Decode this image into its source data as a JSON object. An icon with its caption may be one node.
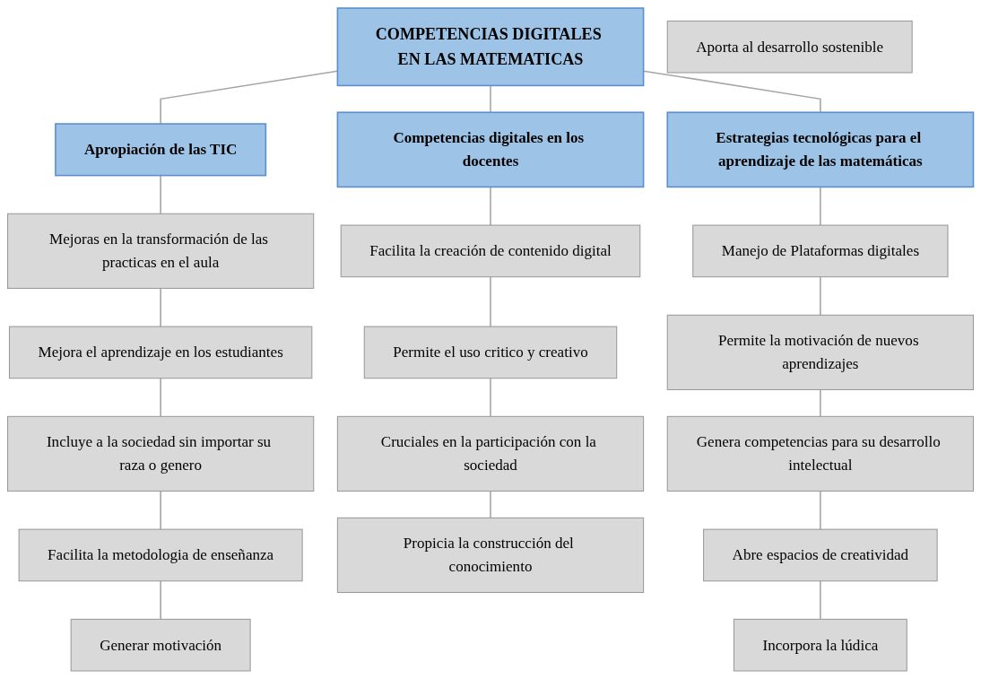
{
  "diagram": {
    "nodes": [
      {
        "text": [
          "COMPETENCIAS DIGITALES EN LAS MATEMATICAS"
        ]
      },
      {
        "text": [
          "Apropiación de las TIC"
        ]
      },
      {
        "text": [
          "Competencias digitales en los docentes"
        ]
      },
      {
        "text": [
          "Estrategias tecnológicas para el aprendizaje de las matemáticas"
        ]
      },
      {
        "text": [
          "Mejoras en la transformación de las practicas en el aula"
        ]
      },
      {
        "text": [
          "Mejora el aprendizaje  en los estudiantes"
        ]
      },
      {
        "text": [
          "Incluye a la sociedad sin importar su raza o genero"
        ]
      },
      {
        "text": [
          "Facilita la metodologia de enseñanza"
        ]
      },
      {
        "text": [
          "Generar motivación"
        ]
      },
      {
        "text": [
          "Facilita la creación de contenido digital"
        ]
      },
      {
        "text": [
          "Permite el uso critico y creativo"
        ]
      },
      {
        "text": [
          "Cruciales en la participación con la sociedad"
        ]
      },
      {
        "text": [
          "Propicia la construcción del conocimiento"
        ]
      },
      {
        "text": [
          "Aporta al desarrollo sostenible"
        ]
      },
      {
        "text": [
          "Manejo de Plataformas digitales"
        ]
      },
      {
        "text": [
          "Permite la motivación de nuevos aprendizajes"
        ]
      },
      {
        "text": [
          "Genera competencias para su desarrollo intelectual"
        ]
      },
      {
        "text": [
          "Abre espacios de creatividad"
        ]
      },
      {
        "text": [
          "Incorpora la lúdica"
        ]
      }
    ],
    "edges": [
      {
        "from": 0,
        "to": 1,
        "arrow": "none"
      },
      {
        "from": 0,
        "to": 2,
        "arrow": "none"
      },
      {
        "from": 0,
        "to": 3,
        "arrow": "none"
      },
      {
        "from": 1,
        "to": 4,
        "arrow": "none"
      },
      {
        "from": 4,
        "to": 5,
        "arrow": "none"
      },
      {
        "from": 5,
        "to": 6,
        "arrow": "none"
      },
      {
        "from": 6,
        "to": 7,
        "arrow": "none"
      },
      {
        "from": 7,
        "to": 8,
        "arrow": "none"
      },
      {
        "from": 2,
        "to": 9,
        "arrow": "none"
      },
      {
        "from": 9,
        "to": 10,
        "arrow": "none"
      },
      {
        "from": 10,
        "to": 11,
        "arrow": "none"
      },
      {
        "from": 11,
        "to": 12,
        "arrow": "none"
      },
      {
        "from": 3,
        "to": 14,
        "arrow": "none"
      },
      {
        "from": 14,
        "to": 15,
        "arrow": "none"
      },
      {
        "from": 15,
        "to": 16,
        "arrow": "none"
      },
      {
        "from": 16,
        "to": 17,
        "arrow": "none"
      },
      {
        "from": 17,
        "to": 18,
        "arrow": "none"
      }
    ]
  }
}
